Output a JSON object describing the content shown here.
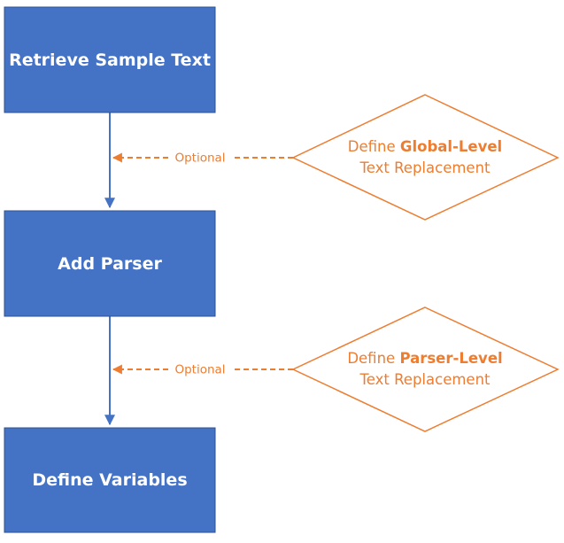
{
  "colors": {
    "box_fill": "#4472C4",
    "box_stroke": "#2F528F",
    "box_text": "#FFFFFF",
    "accent": "#ED7D31",
    "flow_arrow": "#4472C4"
  },
  "steps": [
    {
      "label": "Retrieve Sample Text"
    },
    {
      "label": "Add Parser"
    },
    {
      "label": "Define Variables"
    }
  ],
  "options": [
    {
      "prefix": "Define ",
      "emphasis": "Global-Level",
      "line2": "Text Replacement",
      "connector_label": "Optional"
    },
    {
      "prefix": "Define ",
      "emphasis": "Parser-Level",
      "line2": "Text Replacement",
      "connector_label": "Optional"
    }
  ]
}
